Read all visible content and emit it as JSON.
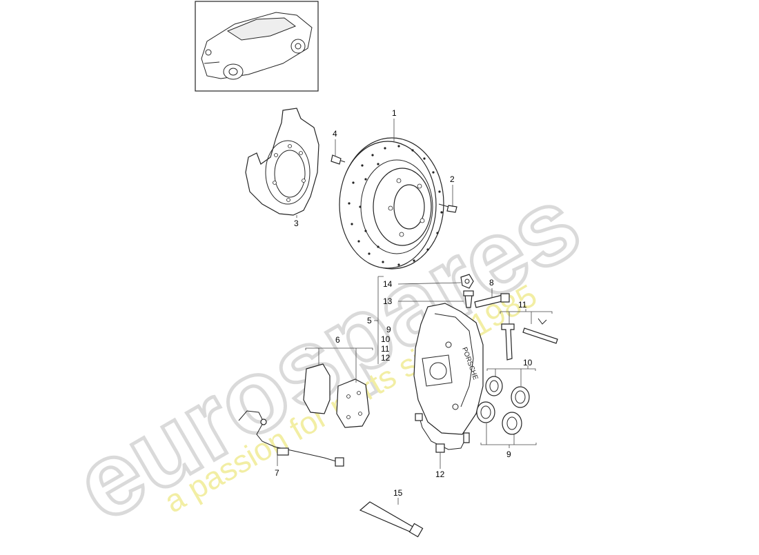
{
  "watermark": {
    "brand": "eurospares",
    "tagline": "a passion for parts since 1985",
    "brand_color": "#d8d8d8",
    "tagline_color": "#f0ec9a"
  },
  "thumbnail": {
    "icon": "car-icon"
  },
  "callouts": {
    "c1": "1",
    "c2": "2",
    "c3": "3",
    "c4": "4",
    "c5": "5",
    "c6": "6",
    "c7": "7",
    "c8": "8",
    "c9_top": "9",
    "c9_bottom": "9",
    "c10_list": "10",
    "c10_seals": "10",
    "c11_list": "11",
    "c11_pins": "11",
    "c12_list": "12",
    "c12_hose": "12",
    "c13": "13",
    "c14": "14",
    "c15": "15"
  },
  "parts_icons": {
    "dust_shield": "dust-shield-icon",
    "brake_disc": "brake-disc-icon",
    "bolt": "bolt-icon",
    "caliper": "caliper-icon",
    "brake_pads": "brake-pad-icon",
    "sensor": "wear-sensor-icon",
    "hose": "brake-hose-icon",
    "seals": "seal-ring-icon",
    "grease_tube": "grease-tube-icon"
  }
}
